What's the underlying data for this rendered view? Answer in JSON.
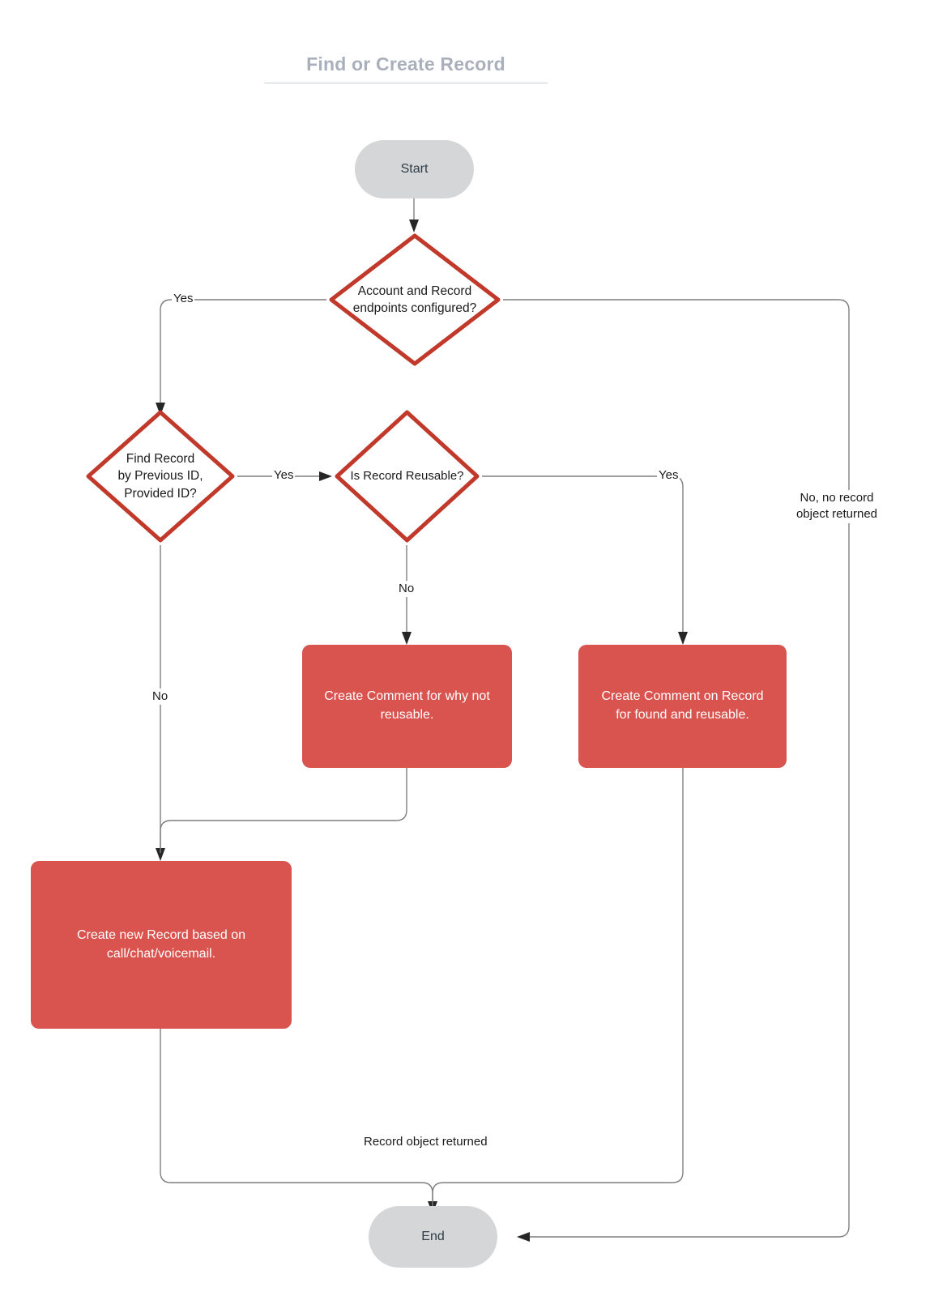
{
  "title": "Find or Create Record",
  "colors": {
    "title": "#aab0bb",
    "terminator_fill": "#d4d6d7",
    "decision_stroke": "#c0392b",
    "decision_fill": "#ffffff",
    "process_fill": "#d9534f",
    "process_text": "#ffffff",
    "edge_stroke": "#7f7f7f",
    "arrowhead": "#262626"
  },
  "nodes": {
    "start": {
      "label": "Start",
      "shape": "terminator"
    },
    "decision_endpoints": {
      "label": "Account and Record\nendpoints configured?",
      "shape": "decision"
    },
    "decision_find_record": {
      "label": "Find Record\nby Previous ID,\nProvided ID?",
      "shape": "decision"
    },
    "decision_reusable": {
      "label": "Is Record Reusable?",
      "shape": "decision"
    },
    "process_comment_not_reusable": {
      "label": "Create Comment for why not reusable.",
      "shape": "process"
    },
    "process_comment_found_reusable": {
      "label": "Create Comment on Record for found and reusable.",
      "shape": "process"
    },
    "process_create_new_record": {
      "label": "Create new Record based on call/chat/voicemail.",
      "shape": "process"
    },
    "end": {
      "label": "End",
      "shape": "terminator"
    }
  },
  "edge_labels": {
    "endpoints_yes": "Yes",
    "endpoints_no": "No, no record\nobject returned",
    "find_record_yes": "Yes",
    "find_record_no": "No",
    "reusable_yes": "Yes",
    "reusable_no": "No",
    "record_returned": "Record object returned"
  }
}
